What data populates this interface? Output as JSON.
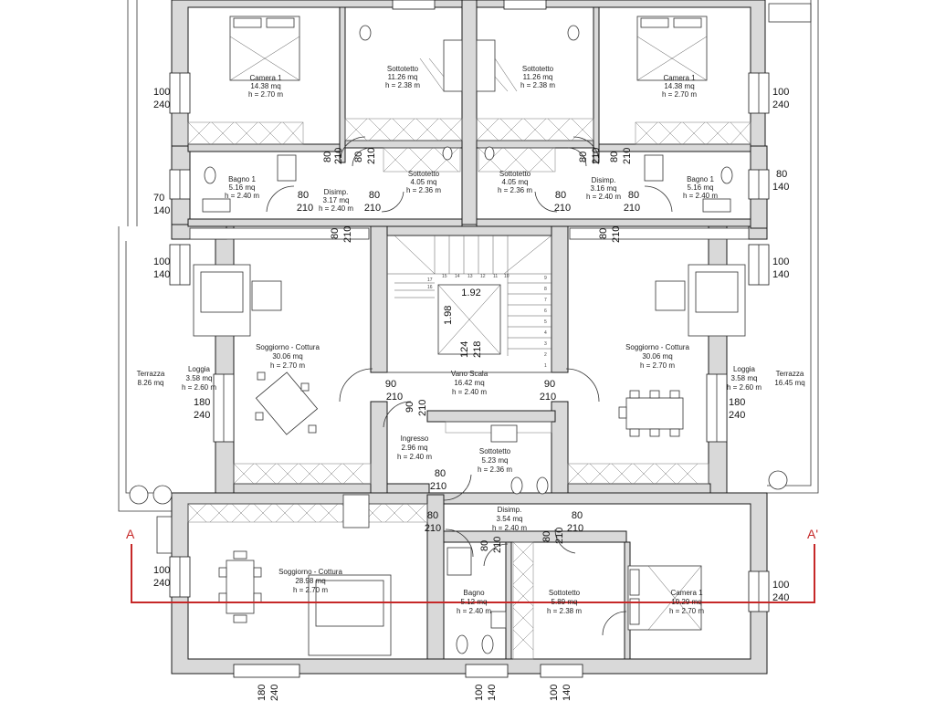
{
  "rooms": {
    "camera1_l": {
      "name": "Camera 1",
      "area": "14.38 mq",
      "height": "h = 2.70 m"
    },
    "sottotetto1_l": {
      "name": "Sottotetto",
      "area": "11.26 mq",
      "height": "h = 2.38 m"
    },
    "sottotetto1_r": {
      "name": "Sottotetto",
      "area": "11.26 mq",
      "height": "h = 2.38 m"
    },
    "camera1_r": {
      "name": "Camera 1",
      "area": "14.38 mq",
      "height": "h = 2.70 m"
    },
    "bagno1_l": {
      "name": "Bagno 1",
      "area": "5.16 mq",
      "height": "h = 2.40 m"
    },
    "disimp_l": {
      "name": "Disimp.",
      "area": "3.17 mq",
      "height": "h = 2.40 m"
    },
    "sottotetto2_l": {
      "name": "Sottotetto",
      "area": "4.05 mq",
      "height": "h = 2.36 m"
    },
    "sottotetto2_r": {
      "name": "Sottotetto",
      "area": "4.05 mq",
      "height": "h = 2.36 m"
    },
    "disimp_r": {
      "name": "Disimp.",
      "area": "3.16 mq",
      "height": "h = 2.40 m"
    },
    "bagno1_r": {
      "name": "Bagno 1",
      "area": "5.16 mq",
      "height": "h = 2.40 m"
    },
    "soggiorno_l": {
      "name": "Soggiorno - Cottura",
      "area": "30.06 mq",
      "height": "h = 2.70 m"
    },
    "soggiorno_r": {
      "name": "Soggiorno - Cottura",
      "area": "30.06 mq",
      "height": "h = 2.70 m"
    },
    "vano_scala": {
      "name": "Vano Scala",
      "area": "16.42 mq",
      "height": "h = 2.40 m"
    },
    "terrazza_l": {
      "name": "Terrazza",
      "area": "8.26 mq"
    },
    "loggia_l": {
      "name": "Loggia",
      "area": "3.58 mq",
      "height": "h = 2.60 m"
    },
    "loggia_r": {
      "name": "Loggia",
      "area": "3.58 mq",
      "height": "h = 2.60 m"
    },
    "terrazza_r": {
      "name": "Terrazza",
      "area": "16.45 mq"
    },
    "ingresso": {
      "name": "Ingresso",
      "area": "2.96 mq",
      "height": "h = 2.40 m"
    },
    "sottotetto3": {
      "name": "Sottotetto",
      "area": "5.23 mq",
      "height": "h = 2.36 m"
    },
    "disimp_b": {
      "name": "Disimp.",
      "area": "3.54 mq",
      "height": "h = 2.40 m"
    },
    "soggiorno_b": {
      "name": "Soggiorno - Cottura",
      "area": "28.98 mq",
      "height": "h = 2.70 m"
    },
    "bagno_b": {
      "name": "Bagno",
      "area": "5.12 mq",
      "height": "h = 2.40 m"
    },
    "sottotetto4": {
      "name": "Sottotetto",
      "area": "5.89 mq",
      "height": "h = 2.38 m"
    },
    "camera1_b": {
      "name": "Camera 1",
      "area": "10.29 mq",
      "height": "h = 2.70 m"
    }
  },
  "dimensions": {
    "w100": "100",
    "h240": "240",
    "w80": "80",
    "h210": "210",
    "w70": "70",
    "h140": "140",
    "w180": "180",
    "w90": "90",
    "d192": "1.92",
    "d198": "1.98",
    "d124": "124",
    "d218": "218"
  },
  "stair_numbers": [
    "17",
    "16",
    "15",
    "14",
    "13",
    "12",
    "11",
    "10",
    "9",
    "8",
    "7",
    "6",
    "5",
    "4",
    "3",
    "2",
    "1"
  ],
  "section": {
    "start": "A",
    "end": "A'"
  },
  "colors": {
    "section_line": "#c62828",
    "wall_fill": "#d9d9d9"
  }
}
